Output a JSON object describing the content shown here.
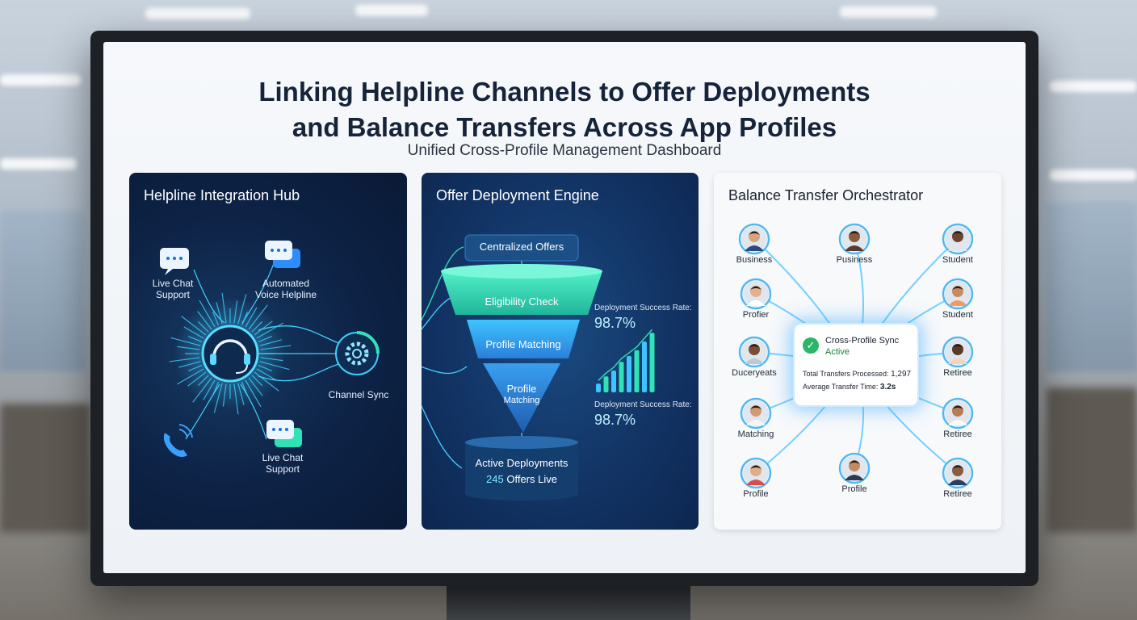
{
  "dashboard": {
    "title_line1": "Linking Helpline Channels to Offer Deployments",
    "title_line2": "and Balance Transfers Across App Profiles",
    "subtitle": "Unified Cross-Profile Management Dashboard"
  },
  "helpline_hub": {
    "title": "Helpline Integration Hub",
    "channels": [
      {
        "label_1": "Live Chat",
        "label_2": "Support",
        "icon": "chat-bubble-icon"
      },
      {
        "label_1": "Automated",
        "label_2": "Voice Helpline",
        "icon": "chat-bubbles-icon"
      },
      {
        "label_1": "Live Chat",
        "label_2": "Support",
        "icon": "chat-bubbles-icon"
      },
      {
        "icon": "phone-icon"
      }
    ],
    "center_icon": "headset-icon",
    "sync_label": "Channel Sync",
    "sync_icon": "gear-icon"
  },
  "offer_engine": {
    "title": "Offer Deployment Engine",
    "stages": [
      "Centralized Offers",
      "Eligibility Check",
      "Profile Matching",
      "Profile",
      "Matching"
    ],
    "deployments_label": "Active Deployments",
    "offers_count": "245",
    "offers_suffix": "Offers Live",
    "rate_label_1": "Deployment Success Rate:",
    "rate_value_1": "98.7%",
    "rate_label_2": "Deployment Success Rate:",
    "rate_value_2": "98.7%",
    "bar_levels": [
      0.12,
      0.22,
      0.3,
      0.42,
      0.5,
      0.58,
      0.7,
      0.82
    ]
  },
  "orchestrator": {
    "title": "Balance Transfer Orchestrator",
    "profiles": [
      {
        "label": "Business",
        "icon": "avatar-icon"
      },
      {
        "label": "Pusiness",
        "icon": "avatar-icon"
      },
      {
        "label": "Student",
        "icon": "avatar-icon"
      },
      {
        "label": "Profier",
        "icon": "avatar-icon"
      },
      {
        "label": "Student",
        "icon": "avatar-icon"
      },
      {
        "label": "Duceryeats",
        "icon": "avatar-icon"
      },
      {
        "label": "Retiree",
        "icon": "avatar-icon"
      },
      {
        "label": "Matching",
        "icon": "avatar-icon"
      },
      {
        "label": "Retiree",
        "icon": "avatar-icon"
      },
      {
        "label": "Profile",
        "icon": "avatar-icon"
      },
      {
        "label": "Profile",
        "icon": "avatar-icon"
      },
      {
        "label": "Retiree",
        "icon": "avatar-icon"
      }
    ],
    "sync_card": {
      "title": "Cross-Profile Sync",
      "status": "Active",
      "transfers_label": "Total Transfers Processed:",
      "transfers_value": "1,297",
      "time_label": "Average Transfer Time:",
      "time_value": "3.2s"
    }
  },
  "colors": {
    "accent_cyan": "#3fd0ff",
    "accent_teal": "#2fe3b7",
    "navy": "#0d2245",
    "success_green": "#2bb567"
  }
}
